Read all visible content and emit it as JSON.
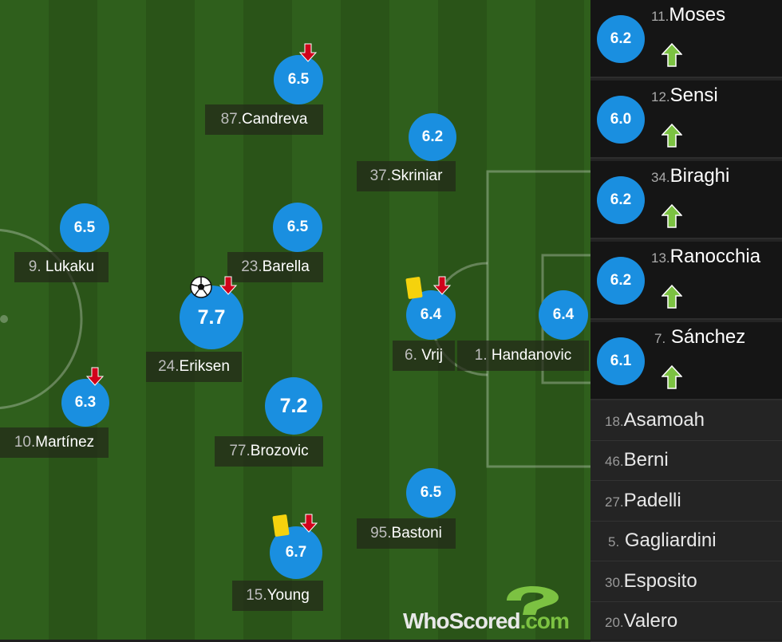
{
  "pitch_players": [
    {
      "id": "candreva",
      "num": "87.",
      "name": "Candreva",
      "rating": "6.5",
      "subbed_off": true
    },
    {
      "id": "skriniar",
      "num": "37.",
      "name": "Skriniar",
      "rating": "6.2"
    },
    {
      "id": "lukaku",
      "num": "9.",
      "name": "Lukaku",
      "rating": "6.5"
    },
    {
      "id": "barella",
      "num": "23.",
      "name": "Barella",
      "rating": "6.5"
    },
    {
      "id": "eriksen",
      "num": "24.",
      "name": "Eriksen",
      "rating": "7.7",
      "goal": true,
      "subbed_off": true
    },
    {
      "id": "vrij",
      "num": "6.",
      "name": "Vrij",
      "rating": "6.4",
      "yellow": true,
      "subbed_off": true
    },
    {
      "id": "handanovic",
      "num": "1.",
      "name": "Handanovic",
      "rating": "6.4"
    },
    {
      "id": "martinez",
      "num": "10.",
      "name": "Martínez",
      "rating": "6.3",
      "subbed_off": true
    },
    {
      "id": "brozovic",
      "num": "77.",
      "name": "Brozovic",
      "rating": "7.2"
    },
    {
      "id": "bastoni",
      "num": "95.",
      "name": "Bastoni",
      "rating": "6.5"
    },
    {
      "id": "young",
      "num": "15.",
      "name": "Young",
      "rating": "6.7",
      "yellow": true,
      "subbed_off": true
    }
  ],
  "subs_on": [
    {
      "num": "11.",
      "name": "Moses",
      "rating": "6.2"
    },
    {
      "num": "12.",
      "name": "Sensi",
      "rating": "6.0"
    },
    {
      "num": "34.",
      "name": "Biraghi",
      "rating": "6.2"
    },
    {
      "num": "13.",
      "name": "Ranocchia",
      "rating": "6.2"
    },
    {
      "num": "7.",
      "name": "Sánchez",
      "rating": "6.1"
    }
  ],
  "bench": [
    {
      "num": "18.",
      "name": "Asamoah"
    },
    {
      "num": "46.",
      "name": "Berni"
    },
    {
      "num": "27.",
      "name": "Padelli"
    },
    {
      "num": "5.",
      "name": "Gagliardini"
    },
    {
      "num": "30.",
      "name": "Esposito"
    },
    {
      "num": "20.",
      "name": "Valero"
    }
  ],
  "logo": {
    "who_scored": "WhoScored",
    "dot_com": ".com"
  },
  "colors": {
    "rating_bubble": "#1a8fe0",
    "arrow_down": "#d0021b",
    "arrow_up": "#7cc242",
    "yellow_card": "#f5d20d"
  },
  "icons": {
    "sub_off": "arrow-down-icon",
    "sub_on": "arrow-up-icon",
    "goal": "football-icon",
    "card": "yellow-card-icon"
  }
}
